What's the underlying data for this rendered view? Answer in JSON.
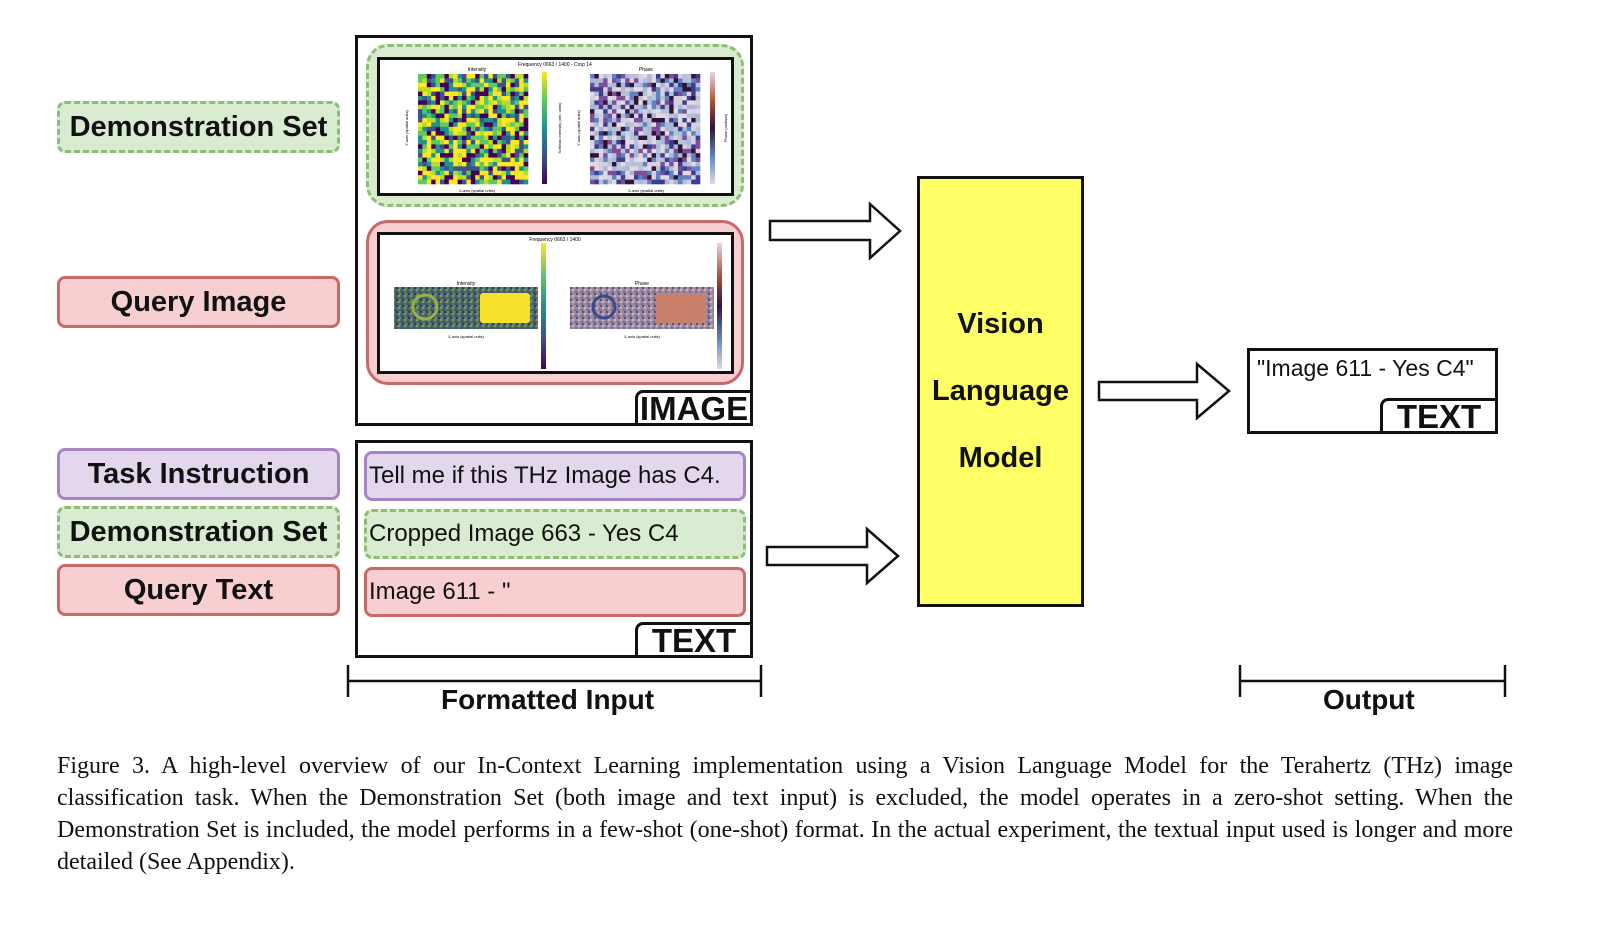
{
  "left_labels": [
    {
      "key": "demo_image",
      "text": "Demonstration Set"
    },
    {
      "key": "query_image",
      "text": "Query Image"
    },
    {
      "key": "task",
      "text": "Task Instruction"
    },
    {
      "key": "demo_text",
      "text": "Demonstration Set"
    },
    {
      "key": "query_text",
      "text": "Query Text"
    }
  ],
  "image_panel": {
    "tag": "IMAGE",
    "demo_plot": {
      "suptitle": "Frequency 0663 / 1400 - Crop 14",
      "left_title": "Intensity",
      "right_title": "Phase",
      "xlabel": "X-axis (spatial units)",
      "ylabel": "Y-axis (spatial units)",
      "left_cbar_label": "Softmax Intensity (arb. units)",
      "right_cbar_label": "Phase (radians)"
    },
    "query_plot": {
      "suptitle": "Frequency 0663 / 1400",
      "left_title": "Intensity",
      "right_title": "Phase",
      "xlabel": "X-axis (spatial units)"
    }
  },
  "text_panel": {
    "tag": "TEXT",
    "rows": [
      {
        "key": "task",
        "text": "Tell me if this THz Image has C4."
      },
      {
        "key": "demo",
        "text": "Cropped Image  663 - Yes C4"
      },
      {
        "key": "query",
        "text": "Image 611 - \""
      }
    ]
  },
  "model": {
    "lines": [
      "Vision",
      "Language",
      "Model"
    ]
  },
  "output": {
    "text": "\"Image 611 - Yes C4\"",
    "tag": "TEXT"
  },
  "brackets": {
    "input_label": "Formatted Input",
    "output_label": "Output"
  },
  "caption": "Figure 3. A high-level overview of our In-Context Learning implementation using a Vision Language Model for the Terahertz (THz) image classification task. When the Demonstration Set (both image and text input) is excluded, the model operates in a zero-shot setting. When the Demonstration Set is included, the model performs in a few-shot (one-shot) format. In the actual experiment, the textual input used is longer and more detailed (See Appendix).",
  "colors": {
    "green_fill": "#d9ecd2",
    "green_border": "#8cbf74",
    "red_fill": "#f7cfd0",
    "red_border": "#c96a6a",
    "purple_fill": "#e3d7ee",
    "purple_border": "#a585c6",
    "model_fill": "#ffff66"
  }
}
